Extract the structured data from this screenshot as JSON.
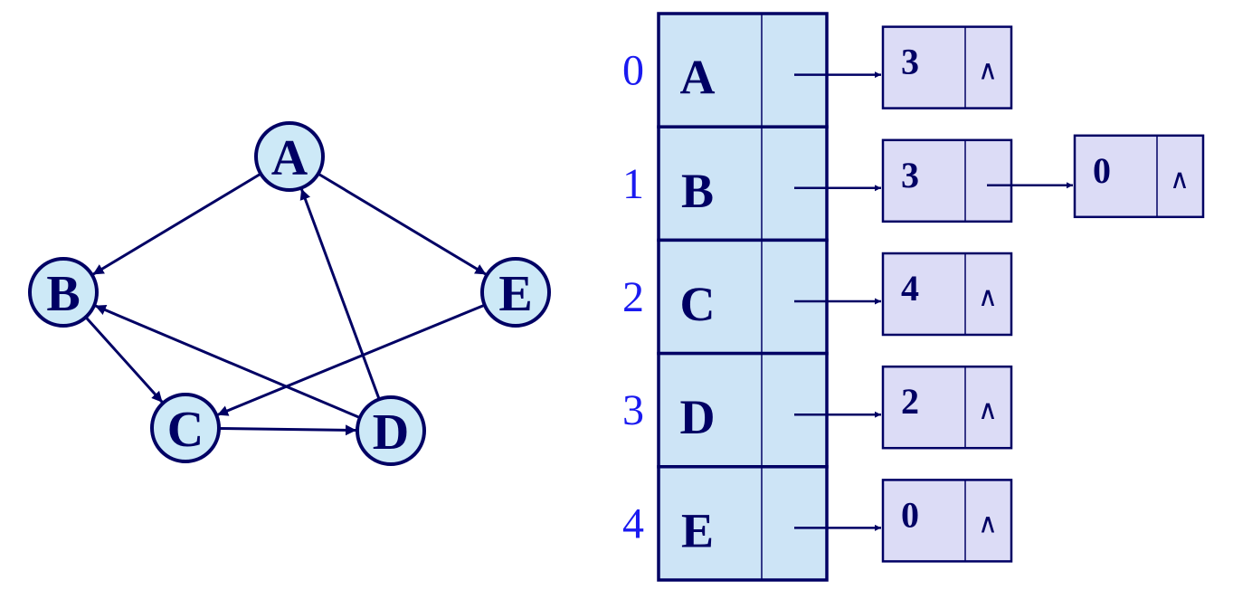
{
  "graph": {
    "vertices": [
      "A",
      "B",
      "C",
      "D",
      "E"
    ],
    "edges": [
      [
        "A",
        "B"
      ],
      [
        "A",
        "E"
      ],
      [
        "B",
        "C"
      ],
      [
        "C",
        "D"
      ],
      [
        "D",
        "A"
      ],
      [
        "D",
        "B"
      ],
      [
        "E",
        "C"
      ]
    ]
  },
  "adjacency_list": {
    "rows": [
      {
        "index": "0",
        "vertex": "A",
        "nodes": [
          "3"
        ]
      },
      {
        "index": "1",
        "vertex": "B",
        "nodes": [
          "3",
          "0"
        ]
      },
      {
        "index": "2",
        "vertex": "C",
        "nodes": [
          "4"
        ]
      },
      {
        "index": "3",
        "vertex": "D",
        "nodes": [
          "2"
        ]
      },
      {
        "index": "4",
        "vertex": "E",
        "nodes": [
          "0"
        ]
      }
    ],
    "null_symbol": "∧"
  },
  "colors": {
    "stroke": "#000064",
    "vertex_fill": "#cde9f7",
    "table_fill": "#cde4f6",
    "node_fill": "#dcdcf6",
    "index_text": "#1a1af0"
  }
}
